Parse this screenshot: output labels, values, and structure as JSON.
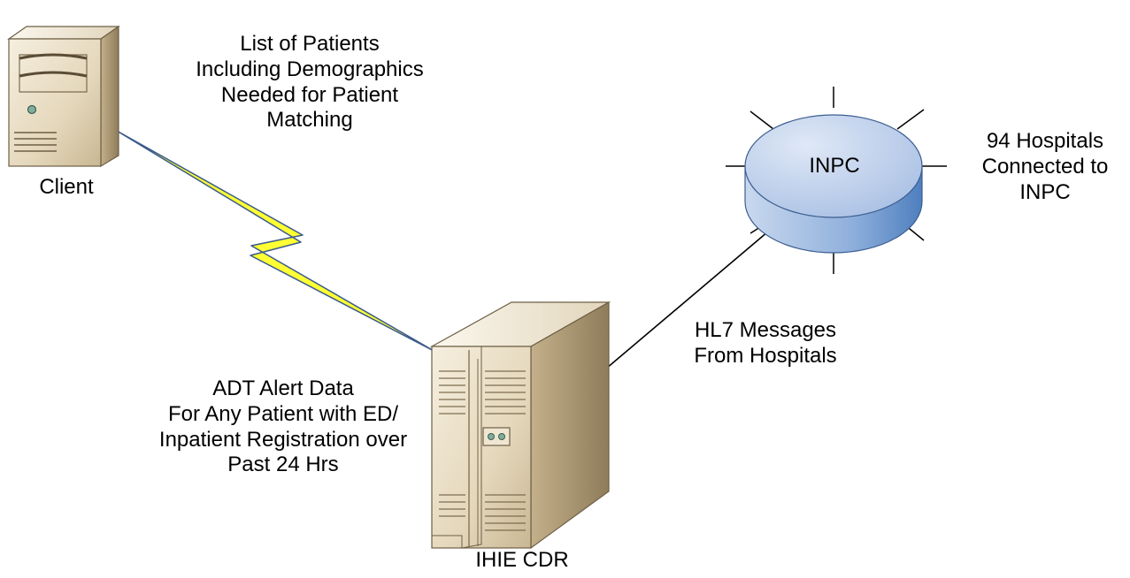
{
  "client": {
    "label": "Client",
    "note": [
      "List of Patients",
      "Including Demographics",
      "Needed for Patient",
      "Matching"
    ]
  },
  "cdr": {
    "label": "IHIE CDR",
    "note": [
      "ADT Alert Data",
      "For Any Patient with ED/",
      "Inpatient Registration over",
      "Past 24 Hrs"
    ]
  },
  "inpc": {
    "label": "INPC",
    "note": [
      "94 Hospitals",
      "Connected to",
      "INPC"
    ]
  },
  "link": {
    "note": [
      "HL7 Messages",
      "From Hospitals"
    ]
  },
  "colors": {
    "server_body": "#e7dcc4",
    "server_shadow": "#9c8c6c",
    "lightning": "#ffff33",
    "lightning_edge": "#3a5a8c",
    "inpc_top": "#b8cbe8",
    "inpc_side": "#6f96cc"
  }
}
